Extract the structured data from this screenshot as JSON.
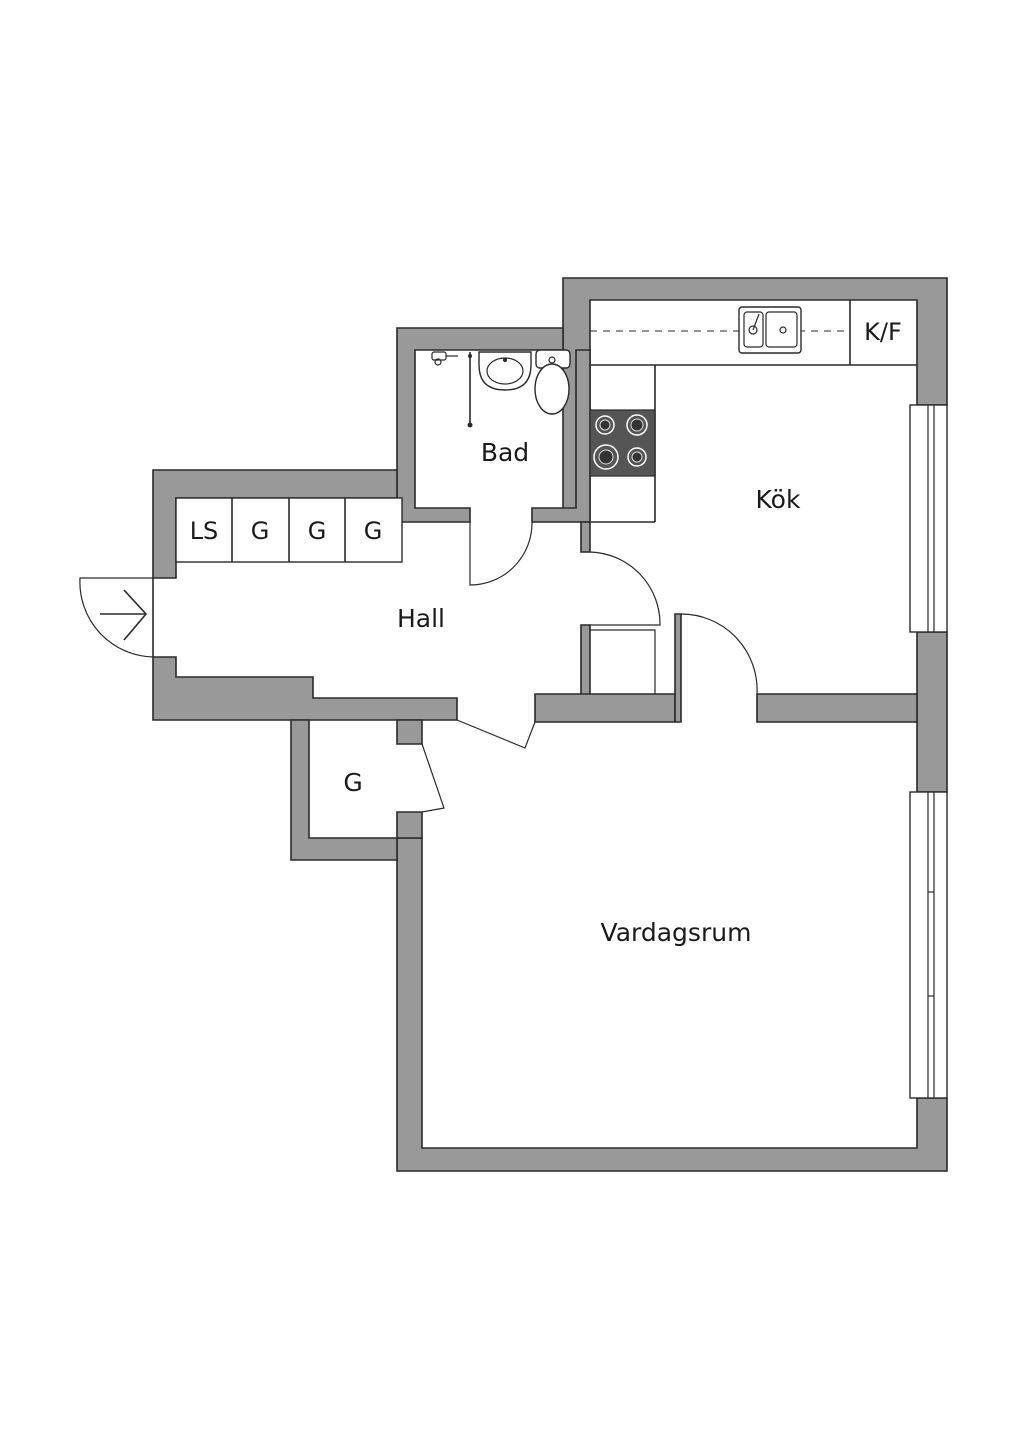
{
  "rooms": {
    "hall": "Hall",
    "bad": "Bad",
    "kok": "Kök",
    "vardagsrum": "Vardagsrum",
    "closet": "G"
  },
  "cabinets": [
    "LS",
    "G",
    "G",
    "G"
  ],
  "kitchen_unit": "K/F",
  "colors": {
    "wall": "#999999",
    "stove": "#555555",
    "line": "#2a2a2a",
    "background": "#ffffff"
  }
}
